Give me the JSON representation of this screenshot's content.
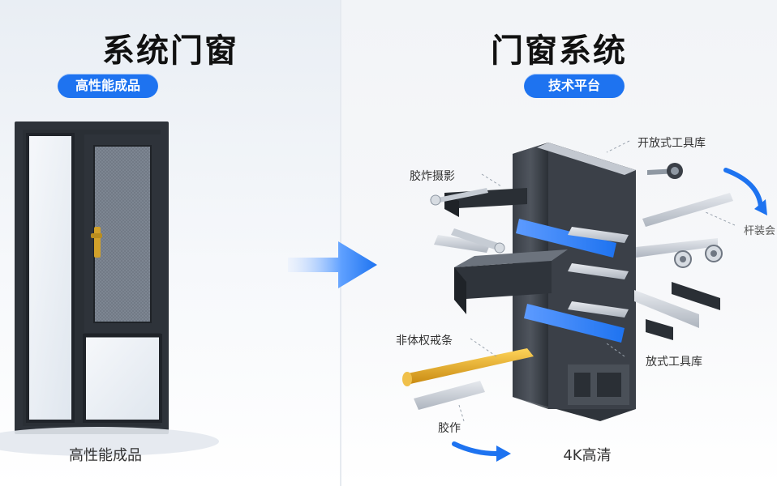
{
  "left": {
    "title": "系统门窗",
    "badge": "高性能成品",
    "caption": "高性能成品"
  },
  "right": {
    "title": "门窗系统",
    "badge": "技术平台",
    "caption": "4K高清",
    "labels": {
      "top_right": "开放式工具库",
      "top_left": "胶炸摄影",
      "right_edge": "杆装会",
      "mid_left": "非体权戒条",
      "mid_right": "放式工具库",
      "bottom_left": "胶作"
    }
  },
  "colors": {
    "accent": "#1e73f0",
    "frame": "#2e333a",
    "frame_dark": "#1f2328",
    "aluminum": "#c9ced6",
    "gold": "#e2b02a",
    "blue_part": "#3d7ff0"
  }
}
